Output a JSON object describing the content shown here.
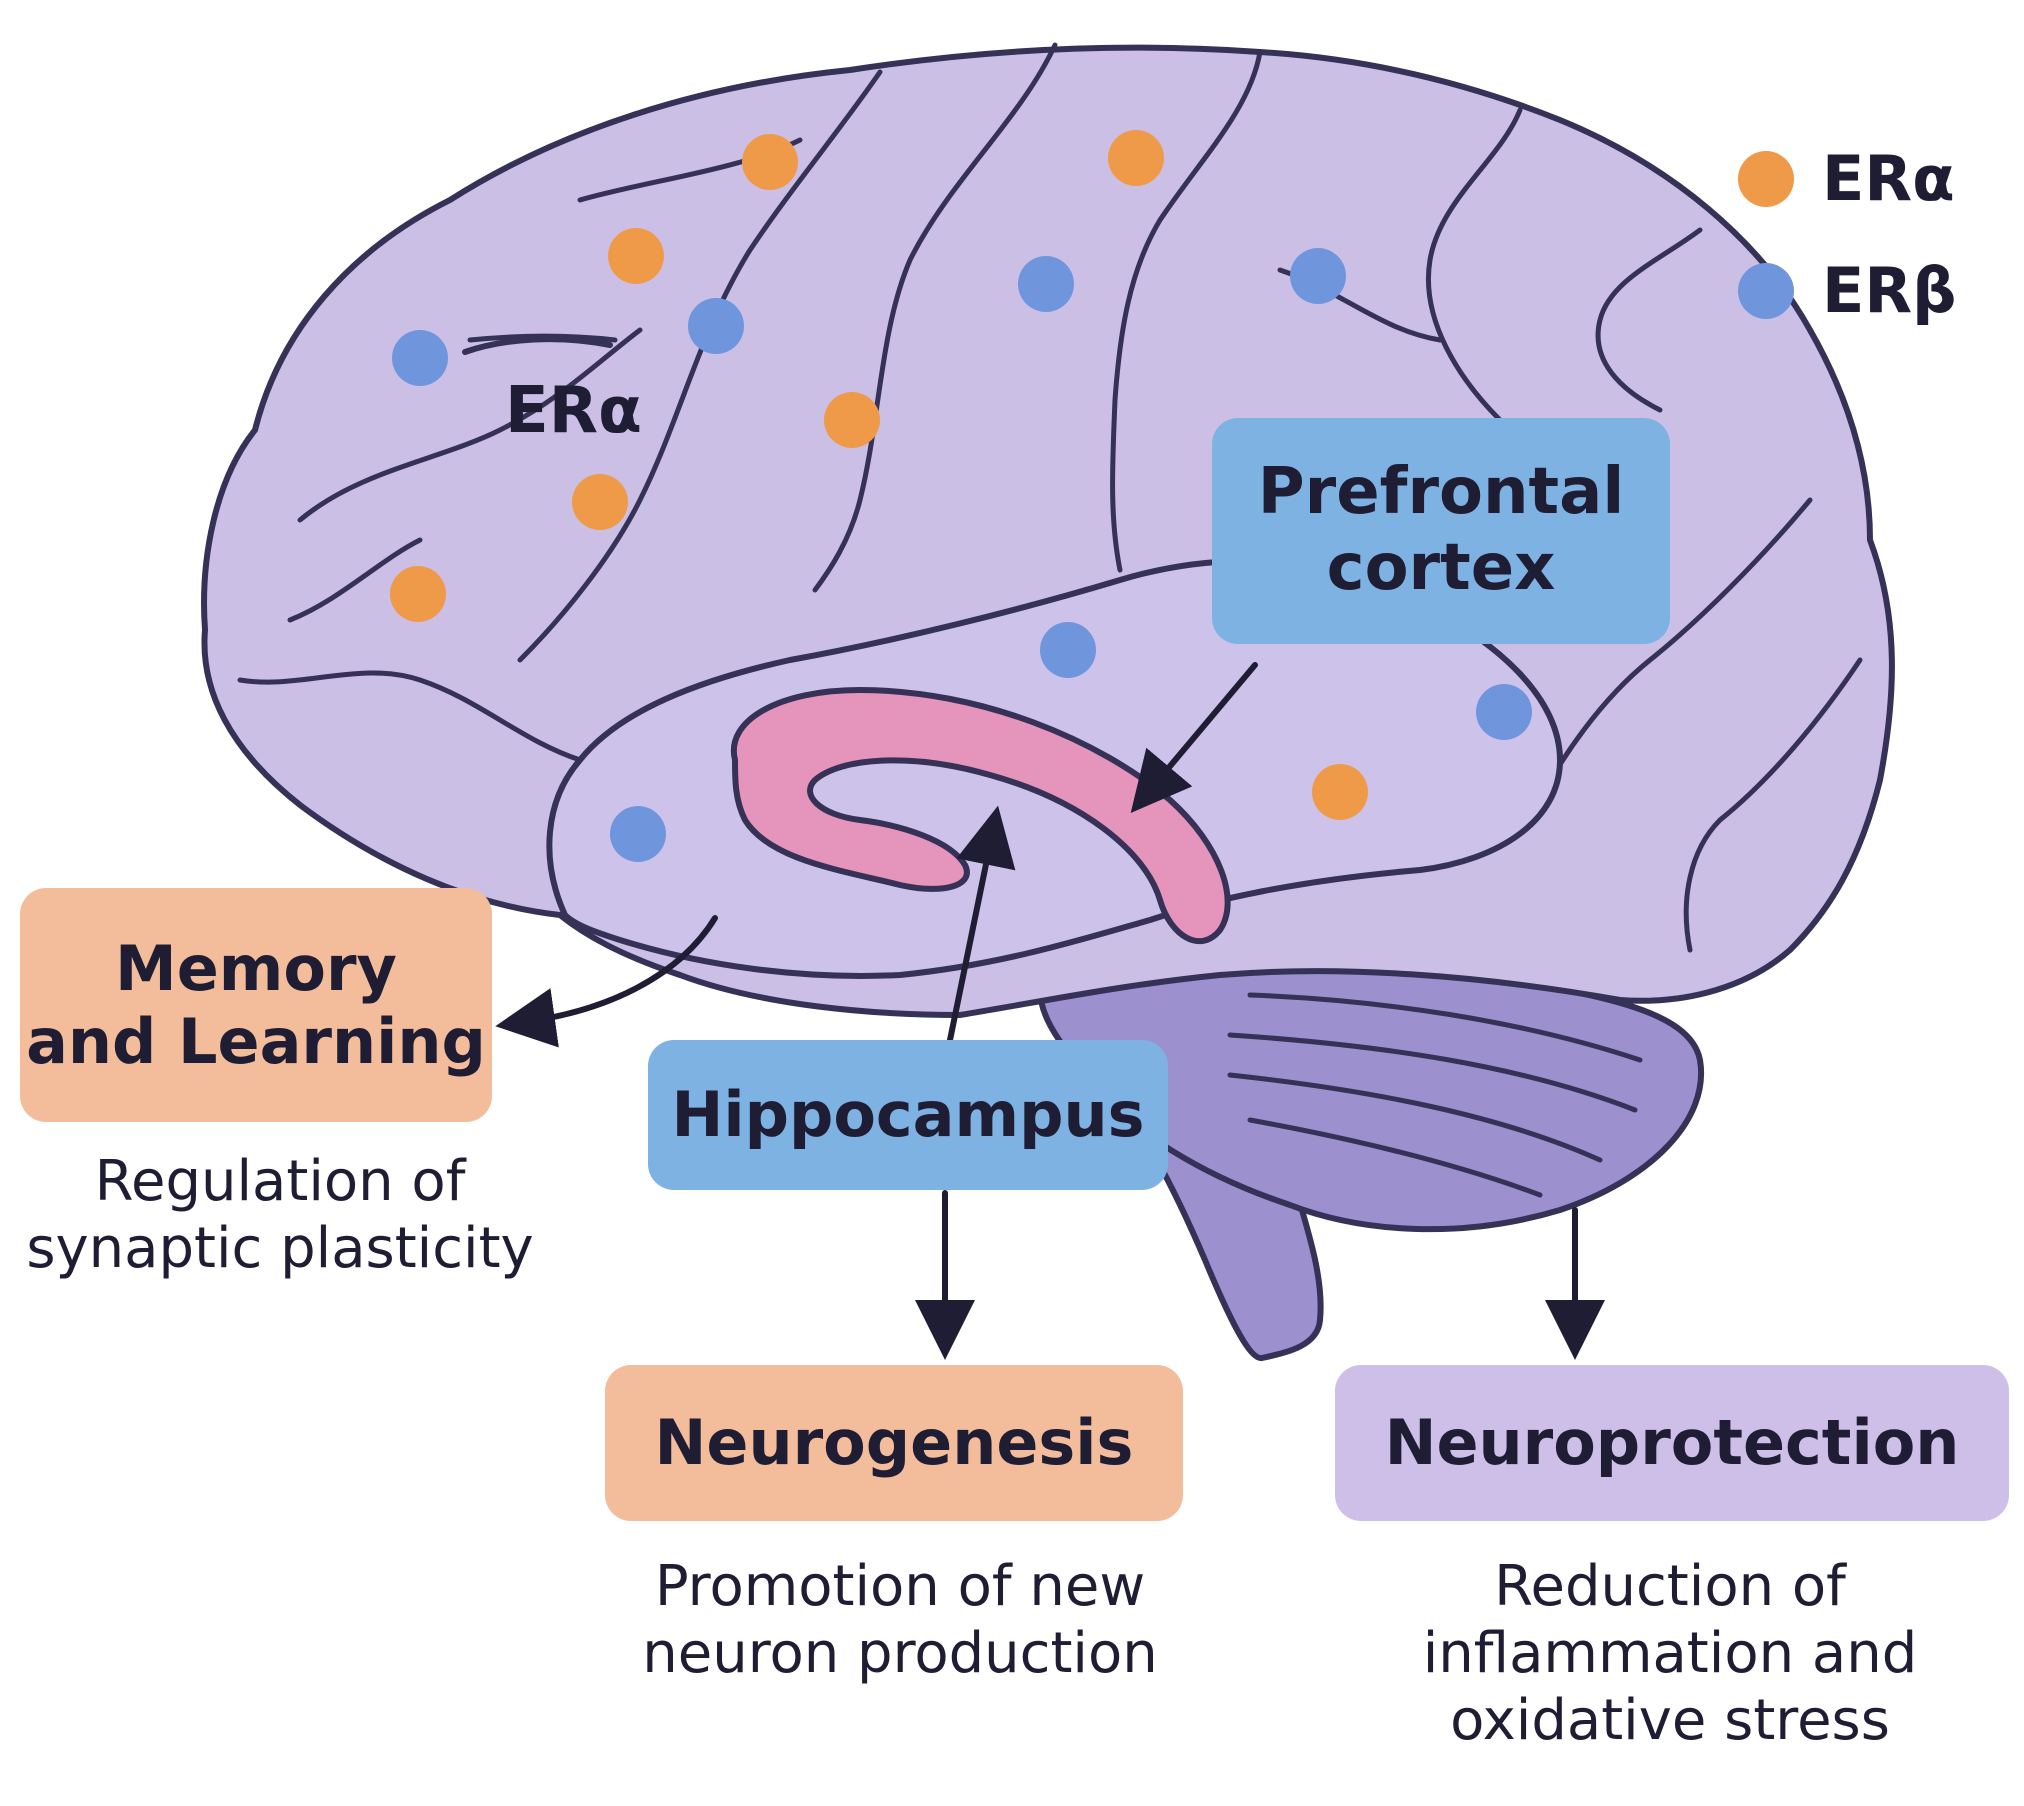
{
  "colors": {
    "er_alpha": "#ee9a48",
    "er_beta": "#6f95dd",
    "brain_fill": "#cbbfe6",
    "brain_outline": "#353157",
    "cerebellum_fill": "#9c90cf",
    "hippocampus_shape": "#e594bb",
    "label_orange": "#f3bd9b",
    "label_blue": "#7eb2e3",
    "label_lilac": "#cdbfe8"
  },
  "legend": {
    "items": [
      {
        "label": "ERα",
        "color": "#ee9a48"
      },
      {
        "label": "ERβ",
        "color": "#6f95dd"
      }
    ]
  },
  "brain": {
    "in_brain_label": "ERα"
  },
  "labels": {
    "prefrontal_cortex": {
      "line1": "Prefrontal",
      "line2": "cortex"
    },
    "hippocampus": "Hippocampus",
    "memory_learning": {
      "line1": "Memory",
      "line2": "and Learning"
    },
    "neurogenesis": "Neurogenesis",
    "neuroprotection": "Neuroprotection"
  },
  "captions": {
    "memory_learning": {
      "line1": "Regulation of",
      "line2": "synaptic plasticity"
    },
    "neurogenesis": {
      "line1": "Promotion of new",
      "line2": "neuron production"
    },
    "neuroprotection": {
      "line1": "Reduction of",
      "line2": "inflammation and",
      "line3": "oxidative stress"
    }
  }
}
